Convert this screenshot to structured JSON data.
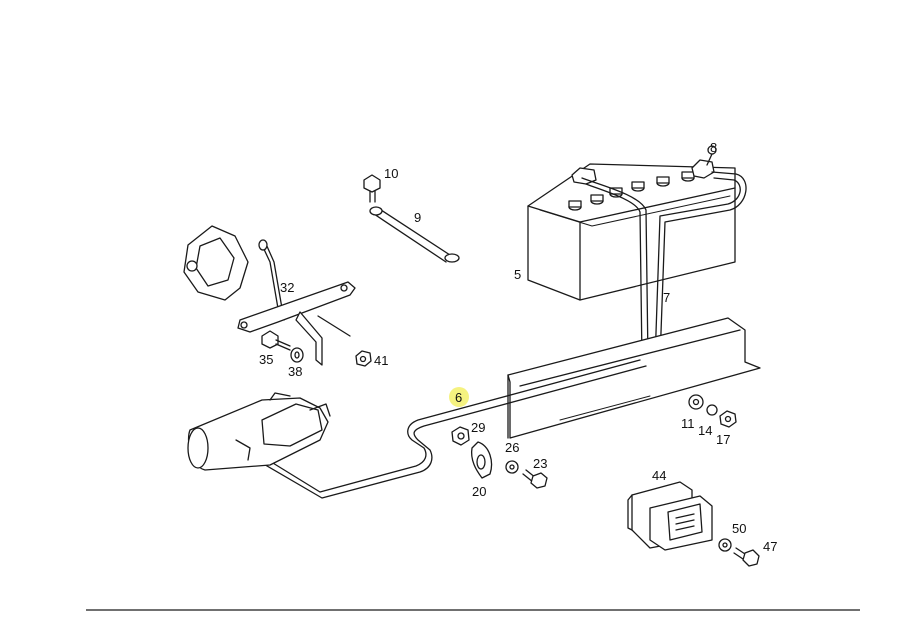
{
  "labels": {
    "p5": "5",
    "p6": "6",
    "p7": "7",
    "p8": "8",
    "p9": "9",
    "p10": "10",
    "p11": "11",
    "p14": "14",
    "p17": "17",
    "p20": "20",
    "p23": "23",
    "p26": "26",
    "p29": "29",
    "p32": "32",
    "p35": "35",
    "p38": "38",
    "p41": "41",
    "p44": "44",
    "p47": "47",
    "p50": "50"
  },
  "highlight": {
    "label": "6",
    "color": "#f3f06a"
  }
}
